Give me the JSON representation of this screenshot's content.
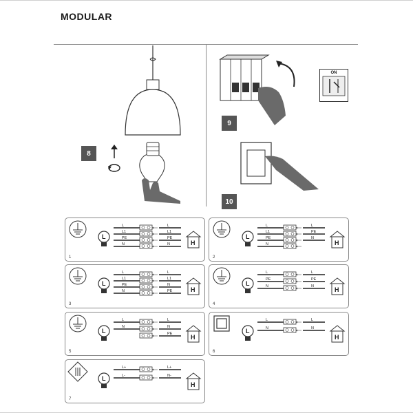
{
  "title": "MODULAR",
  "steps": {
    "s8": "8",
    "s9": "9",
    "s10": "10"
  },
  "switch_label": "ON",
  "panels": [
    {
      "num": "1",
      "left_labels": [
        "L",
        "L1",
        "PE",
        "N"
      ],
      "right_labels": [
        "L",
        "L1",
        "PE",
        "N"
      ]
    },
    {
      "num": "2",
      "left_labels": [
        "L",
        "L1",
        "PE",
        "N"
      ],
      "right_labels": [
        "L",
        "PE",
        "N"
      ]
    },
    {
      "num": "3",
      "left_labels": [
        "L",
        "L1",
        "PE",
        "N"
      ],
      "right_labels": [
        "L",
        "L1",
        "N",
        "PE"
      ]
    },
    {
      "num": "4",
      "left_labels": [
        "L",
        "PE",
        "N"
      ],
      "right_labels": [
        "L",
        "PE",
        "N"
      ]
    },
    {
      "num": "5",
      "left_labels": [
        "L",
        "N"
      ],
      "right_labels": [
        "L",
        "N",
        "PE"
      ]
    },
    {
      "num": "6",
      "left_labels": [
        "L",
        "N"
      ],
      "right_labels": [
        "L",
        "N"
      ]
    },
    {
      "num": "7",
      "left_labels": [
        "L+",
        "L-"
      ],
      "right_labels": [
        "L+",
        "N-"
      ]
    }
  ],
  "symbols": {
    "lamp": "L",
    "house": "H"
  }
}
